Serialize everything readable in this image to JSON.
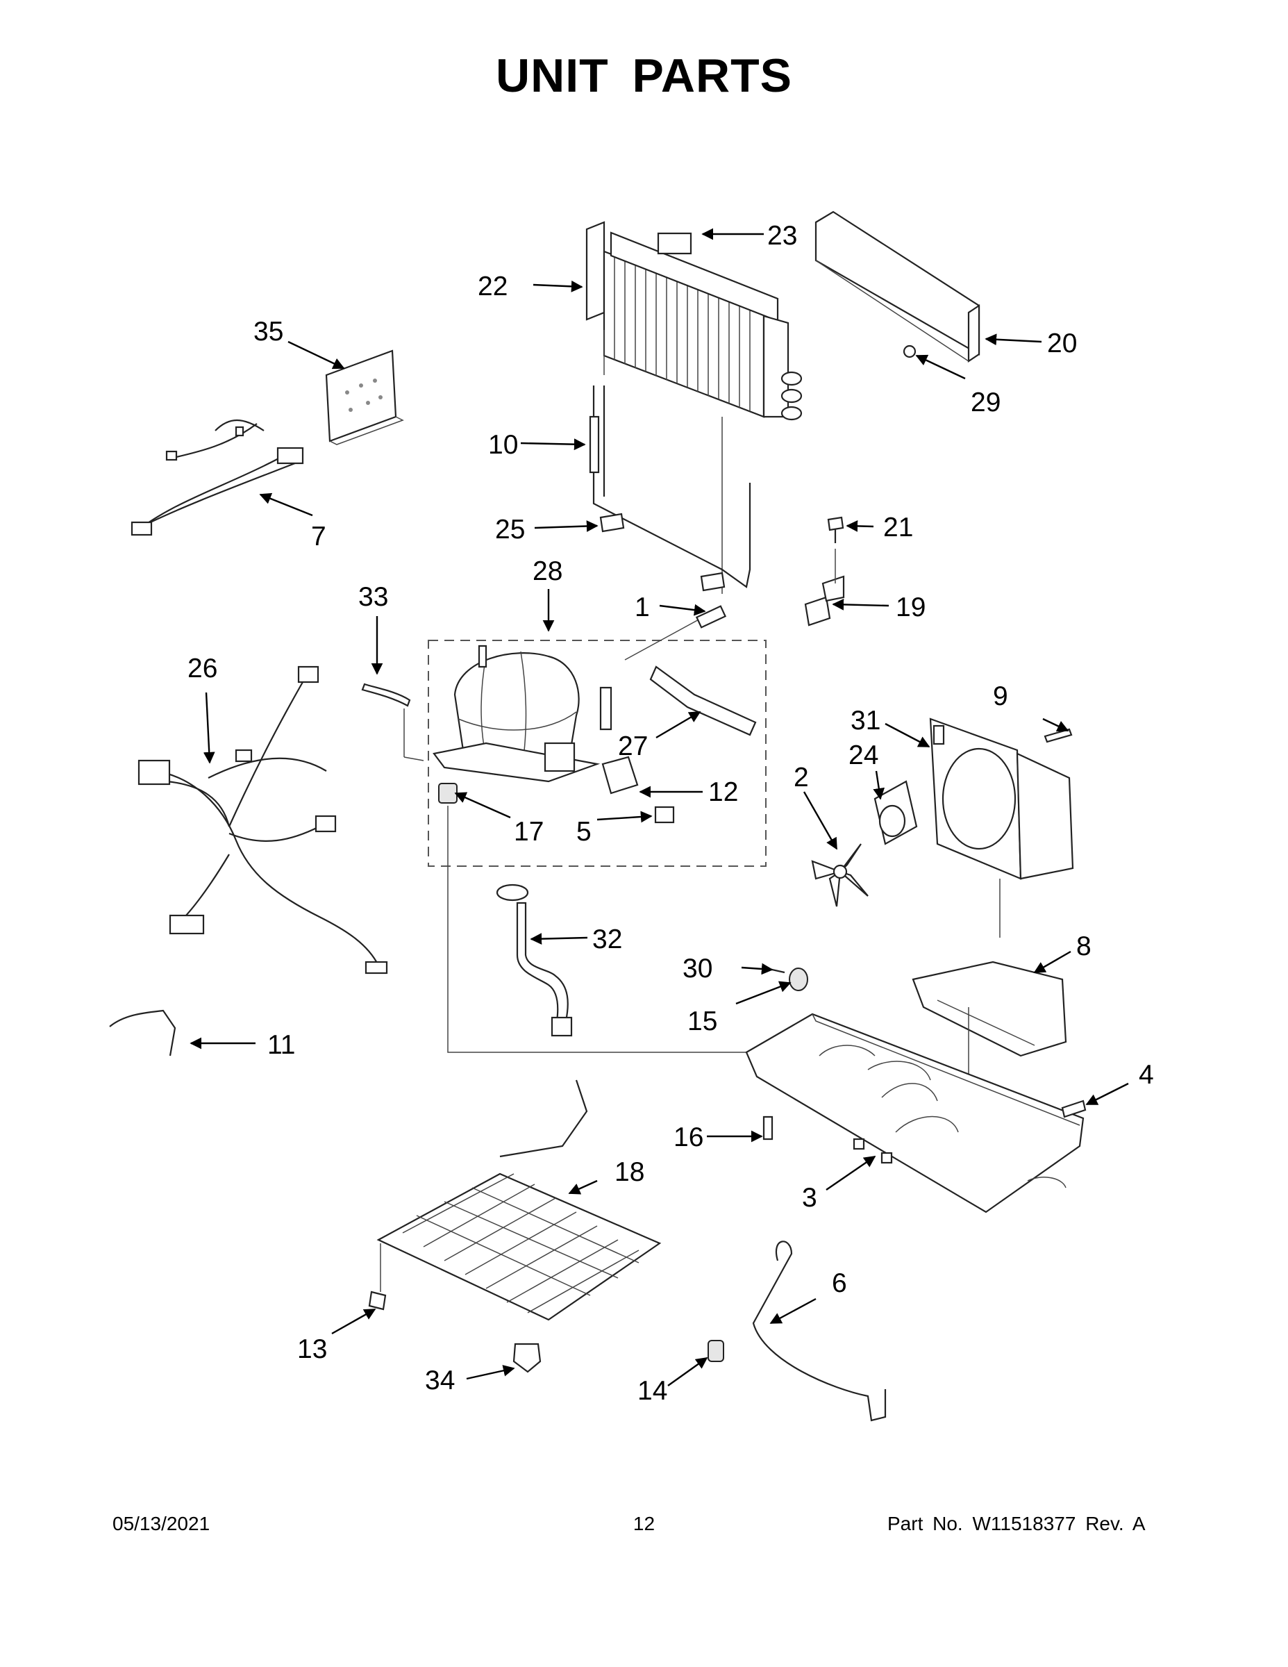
{
  "page": {
    "title": "UNIT PARTS",
    "date": "05/13/2021",
    "page_number": "12",
    "part_number": "Part No.  W11518377  Rev.  A"
  },
  "callouts": {
    "c1": "1",
    "c2": "2",
    "c3": "3",
    "c4": "4",
    "c5": "5",
    "c6": "6",
    "c7": "7",
    "c8": "8",
    "c9": "9",
    "c10": "10",
    "c11": "11",
    "c12": "12",
    "c13": "13",
    "c14": "14",
    "c15": "15",
    "c16": "16",
    "c17": "17",
    "c18": "18",
    "c19": "19",
    "c20": "20",
    "c21": "21",
    "c22": "22",
    "c23": "23",
    "c24": "24",
    "c25": "25",
    "c26": "26",
    "c27": "27",
    "c28": "28",
    "c29": "29",
    "c30": "30",
    "c31": "31",
    "c32": "32",
    "c33": "33",
    "c34": "34",
    "c35": "35"
  }
}
